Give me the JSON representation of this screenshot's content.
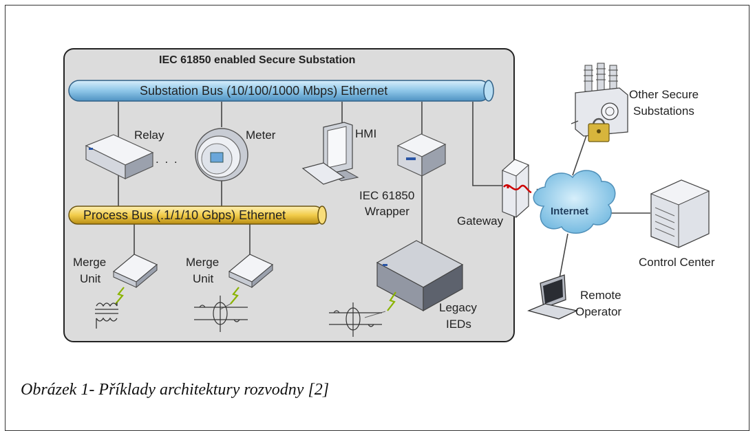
{
  "diagram": {
    "substation_title": "IEC 61850 enabled Secure Substation",
    "substation_bus": "Substation Bus (10/100/1000 Mbps) Ethernet",
    "process_bus": "Process Bus (.1/1/10 Gbps) Ethernet",
    "relay": "Relay",
    "ellipsis": ". . .",
    "meter": "Meter",
    "hmi": "HMI",
    "wrapper_line1": "IEC 61850",
    "wrapper_line2": "Wrapper",
    "gateway": "Gateway",
    "internet": "Internet",
    "other_line1": "Other Secure",
    "other_line2": "Substations",
    "control_center": "Control Center",
    "remote_line1": "Remote",
    "remote_line2": "Operator",
    "merge1_line1": "Merge",
    "merge1_line2": "Unit",
    "merge2_line1": "Merge",
    "merge2_line2": "Unit",
    "legacy_line1": "Legacy",
    "legacy_line2": "IEDs"
  },
  "caption": "Obrázek 1- Příklady architektury rozvodny [2]",
  "colors": {
    "substation_fill": "#dcdcdc",
    "substation_bus": "#8ec6e8",
    "process_bus": "#f2cc4a",
    "cloud": "#9fd2ee",
    "gateway_link": "#cc0000"
  }
}
